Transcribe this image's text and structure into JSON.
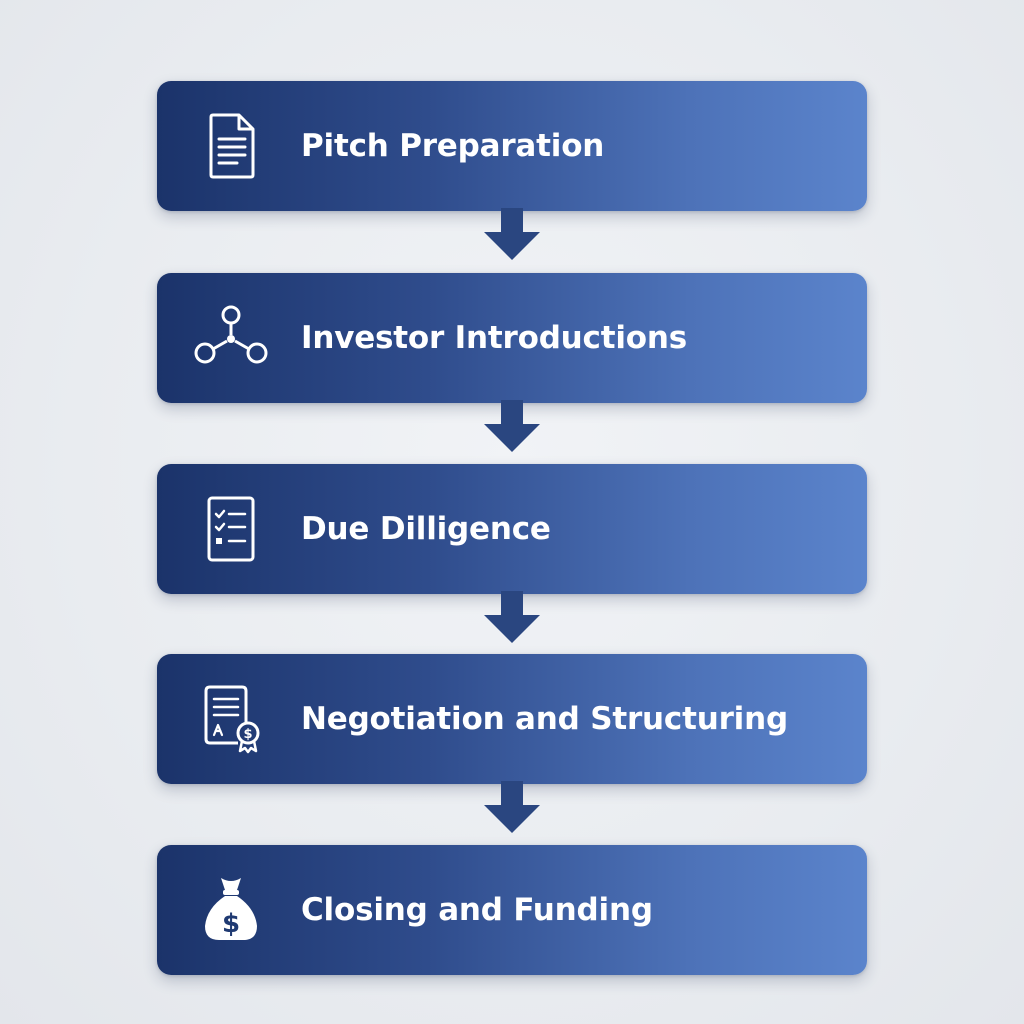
{
  "diagram": {
    "steps": [
      {
        "label": "Pitch Preparation",
        "icon": "document-icon"
      },
      {
        "label": "Investor Introductions",
        "icon": "network-nodes-icon"
      },
      {
        "label": "Due Dilligence",
        "icon": "checklist-icon"
      },
      {
        "label": "Negotiation and Structuring",
        "icon": "contract-certificate-icon"
      },
      {
        "label": "Closing and Funding",
        "icon": "money-bag-icon"
      }
    ],
    "arrows": [
      "arrow-down",
      "arrow-down",
      "arrow-down",
      "arrow-down"
    ]
  },
  "colors": {
    "box_gradient_start": "#1b336a",
    "box_gradient_end": "#5b84cc",
    "arrow": "#2a4680",
    "text": "#ffffff",
    "background": "#eceef2"
  }
}
